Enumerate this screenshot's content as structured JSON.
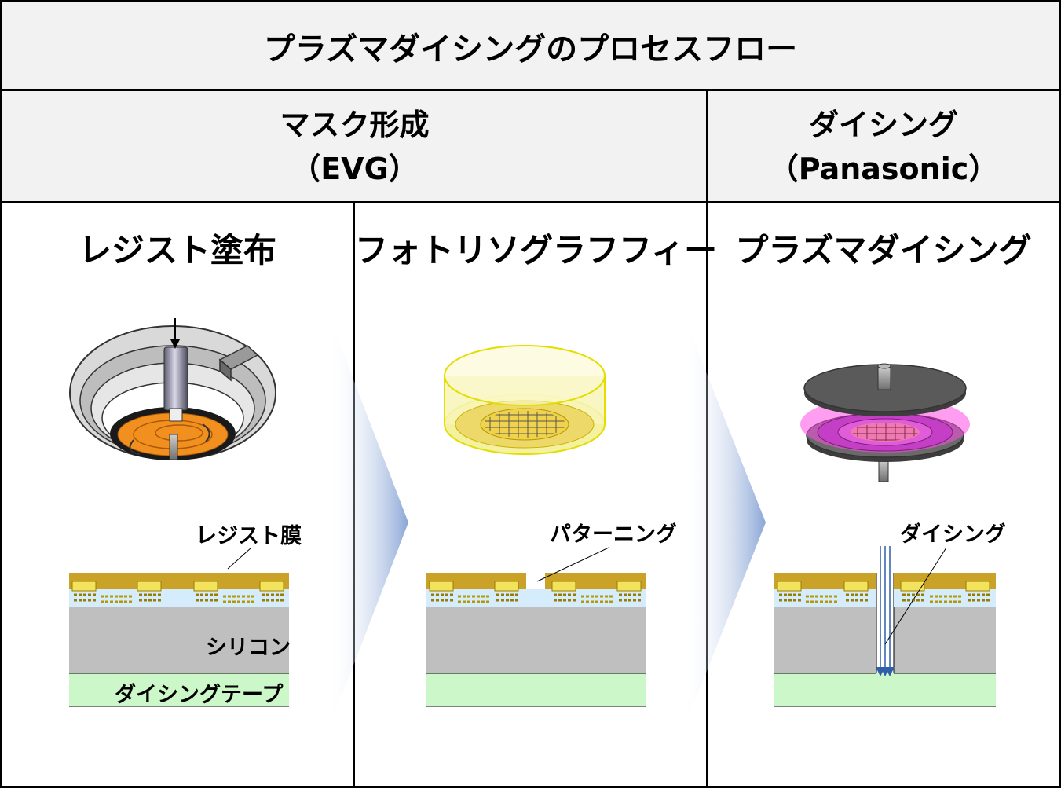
{
  "title": "プラズマダイシングのプロセスフロー",
  "groups": {
    "mask": {
      "name": "マスク形成",
      "vendor": "（EVG）"
    },
    "dicing": {
      "name": "ダイシング",
      "vendor": "（Panasonic）"
    }
  },
  "steps": {
    "resist": "レジスト塗布",
    "litho": "フォトリソグラフフィー",
    "plasma": "プラズマダイシング"
  },
  "labels": {
    "resist_film": "レジスト膜",
    "silicon": "シリコン",
    "dicing_tape": "ダイシングテープ",
    "patterning": "パターニング",
    "dicing": "ダイシング"
  },
  "colors": {
    "resist": "#c9a227",
    "pad": "#f3e25c",
    "passivation": "#d4ecfb",
    "silicon": "#bfbfbf",
    "tape": "#ccf7c8",
    "arrow": "#8aa6d6",
    "plasma": "#ff4fe6",
    "spin_coat": "#f2901f",
    "litho": "#f7f38a"
  }
}
